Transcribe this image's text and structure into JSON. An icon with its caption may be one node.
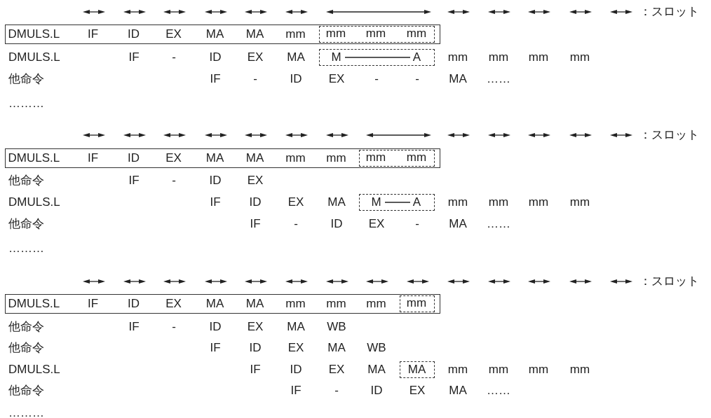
{
  "diagram": {
    "nodes": [
      {
        "text": [
          "DMULS.L",
          "IF",
          "ID",
          "EX",
          "MA",
          "MA",
          "mm"
        ]
      },
      {
        "text": [
          "mm",
          "mm",
          "mm"
        ],
        "in": 0
      },
      {
        "text": [
          "M",
          "A"
        ]
      },
      {
        "text": [
          "DMULS.L",
          "IF",
          "ID",
          "EX",
          "MA",
          "MA",
          "mm",
          "mm"
        ]
      },
      {
        "text": [
          "mm",
          "mm"
        ],
        "in": 3
      },
      {
        "text": [
          "M",
          "A"
        ]
      },
      {
        "text": [
          "DMULS.L",
          "IF",
          "ID",
          "EX",
          "MA",
          "MA",
          "mm",
          "mm",
          "mm"
        ]
      },
      {
        "text": [
          "mm"
        ],
        "in": 6
      },
      {
        "text": [
          "MA"
        ]
      }
    ],
    "labels": [
      "：スロット",
      "DMULS.L",
      "IF",
      "-",
      "ID",
      "EX",
      "MA",
      "mm",
      "mm",
      "mm",
      "mm",
      "他命令",
      "IF",
      "-",
      "ID",
      "EX",
      "-",
      "-",
      "MA",
      "……",
      "………",
      "：スロット",
      "他命令",
      "IF",
      "-",
      "ID",
      "EX",
      "DMULS.L",
      "IF",
      "ID",
      "EX",
      "MA",
      "mm",
      "mm",
      "mm",
      "mm",
      "他命令",
      "IF",
      "-",
      "ID",
      "EX",
      "-",
      "MA",
      "……",
      "………",
      "：スロット",
      "他命令",
      "IF",
      "-",
      "ID",
      "EX",
      "MA",
      "WB",
      "他命令",
      "IF",
      "ID",
      "EX",
      "MA",
      "WB",
      "DMULS.L",
      "IF",
      "ID",
      "EX",
      "MA",
      "mm",
      "mm",
      "mm",
      "mm",
      "他命令",
      "IF",
      "-",
      "ID",
      "EX",
      "MA",
      "……",
      "………"
    ]
  }
}
